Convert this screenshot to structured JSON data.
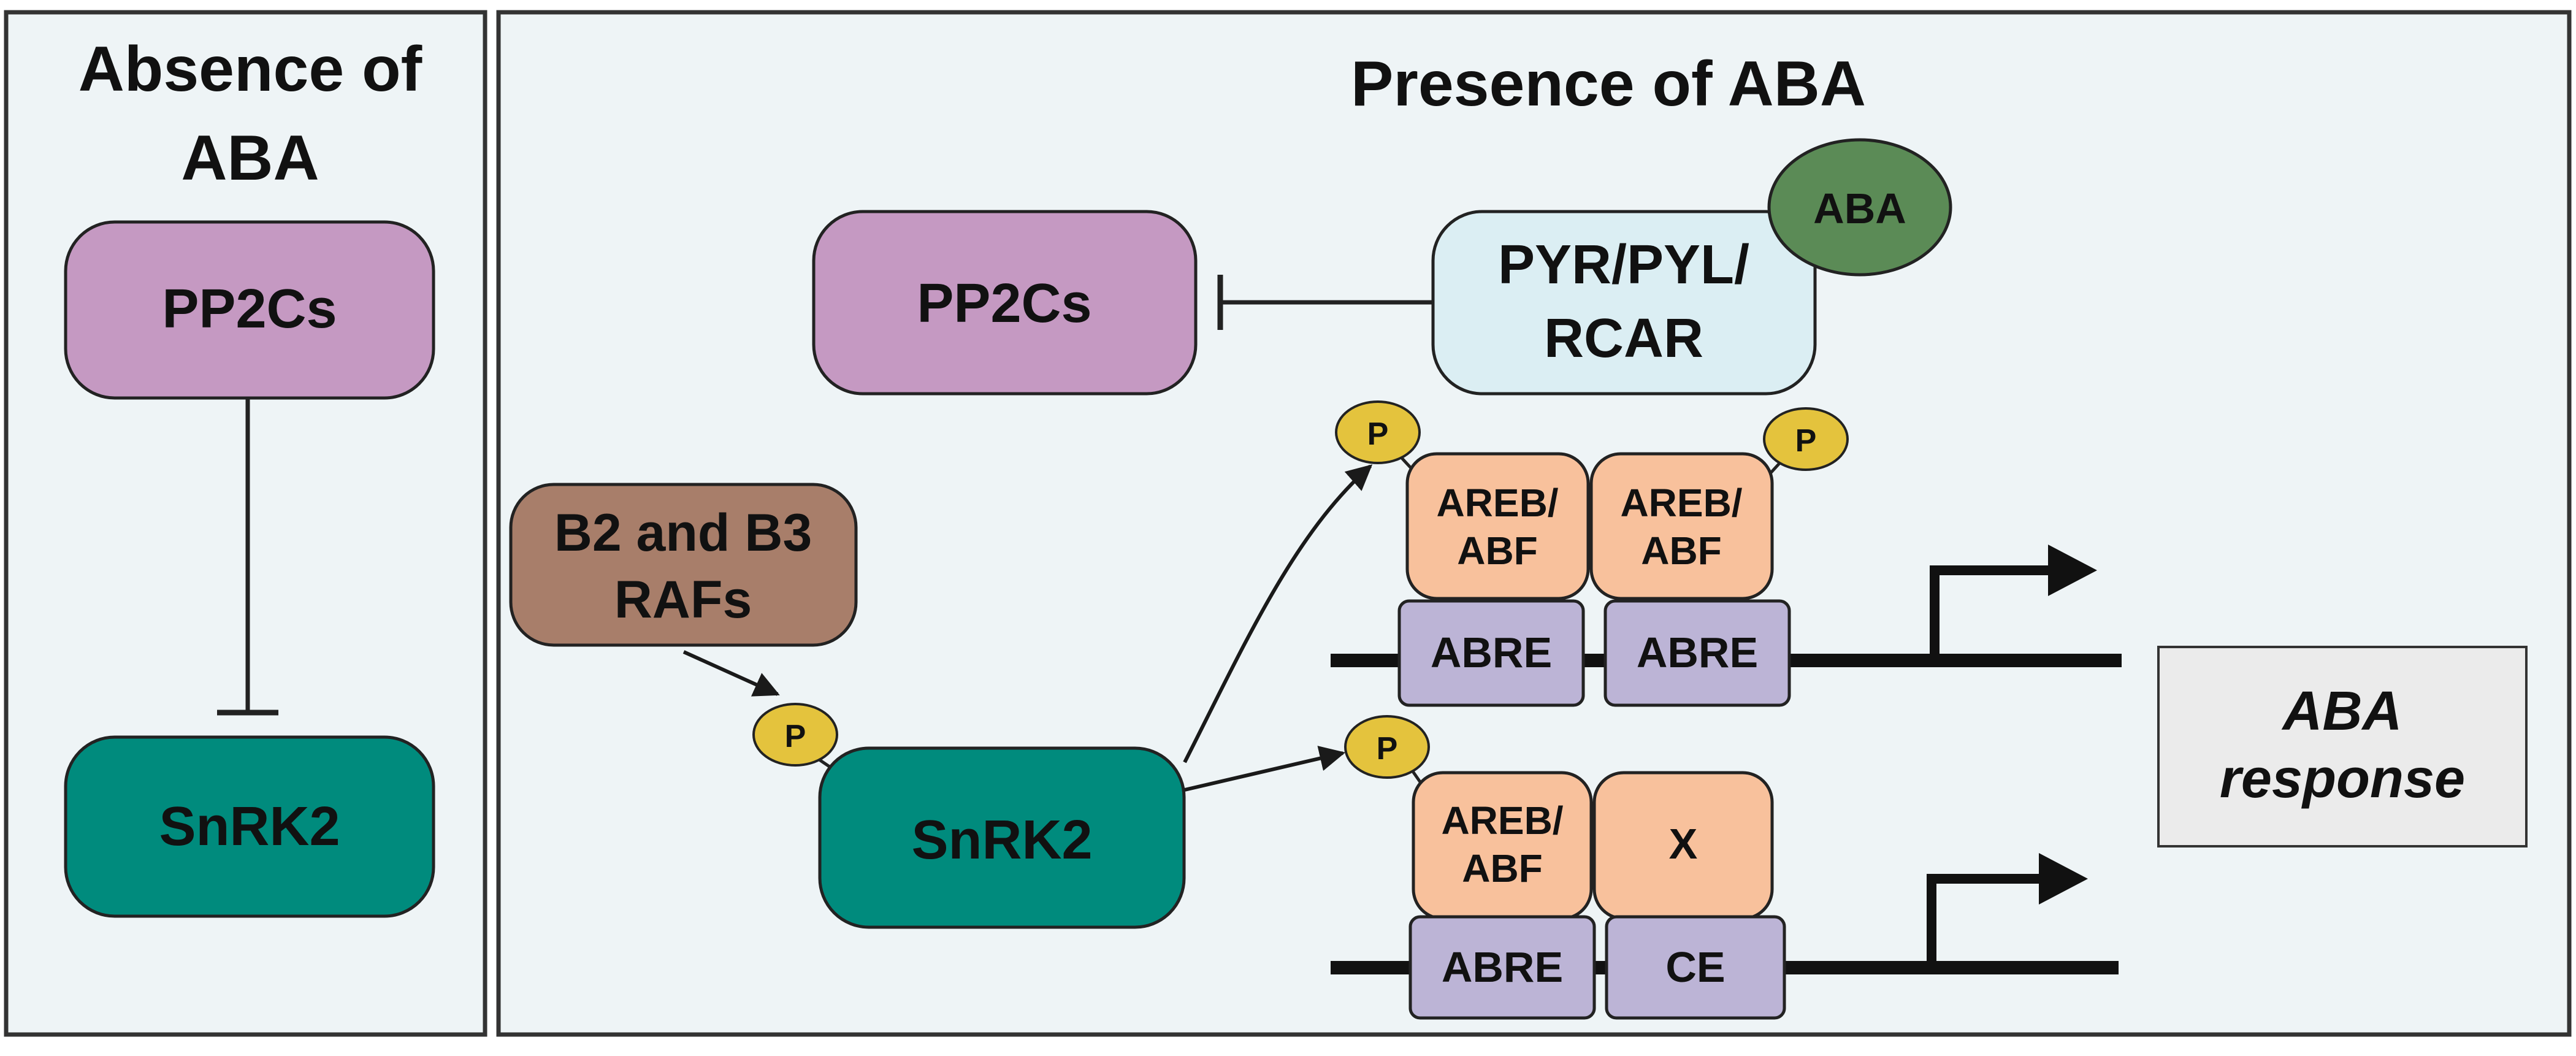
{
  "left_panel": {
    "title_line1": "Absence of",
    "title_line2": "ABA",
    "pp2cs": "PP2Cs",
    "snrk2": "SnRK2"
  },
  "right_panel": {
    "title": "Presence of ABA",
    "pp2cs": "PP2Cs",
    "receptor_line1": "PYR/PYL/",
    "receptor_line2": "RCAR",
    "aba_ligand": "ABA",
    "rafs_line1": "B2 and B3",
    "rafs_line2": "RAFs",
    "snrk2": "SnRK2",
    "phospho": "P",
    "promoter1": {
      "tf1_line1": "AREB/",
      "tf1_line2": "ABF",
      "tf2_line1": "AREB/",
      "tf2_line2": "ABF",
      "element1": "ABRE",
      "element2": "ABRE"
    },
    "promoter2": {
      "tf1_line1": "AREB/",
      "tf1_line2": "ABF",
      "tf2": "X",
      "element1": "ABRE",
      "element2": "CE"
    },
    "response_line1": "ABA",
    "response_line2": "response"
  },
  "colors": {
    "panel_bg": "#eef4f6",
    "panel_border": "#333333",
    "pp2c_fill": "#c599c2",
    "snrk2_fill": "#008b7d",
    "receptor_fill": "#dbeef3",
    "aba_fill": "#5b8b56",
    "raf_fill": "#a87e6a",
    "areb_fill": "#f8c19c",
    "abre_fill": "#bcb4d6",
    "phospho_fill": "#e4c33d",
    "response_fill": "#ebebeb",
    "line": "#1a1a1a"
  }
}
